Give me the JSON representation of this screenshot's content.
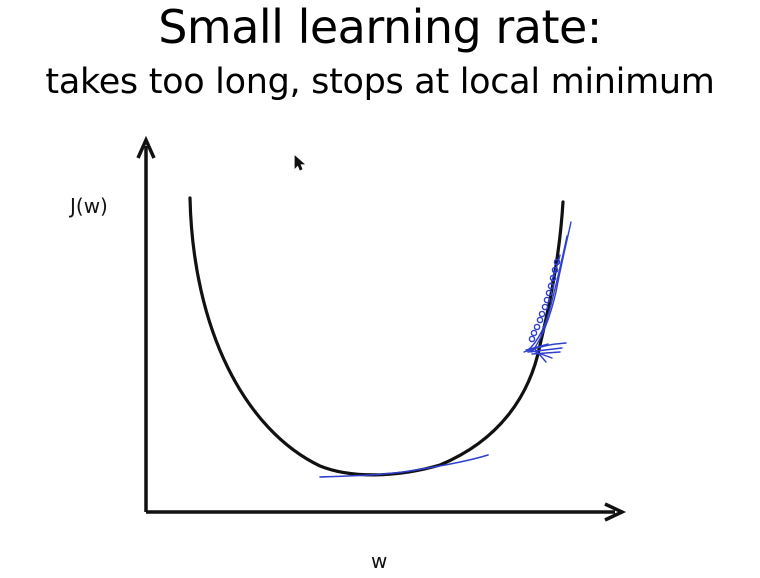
{
  "slide": {
    "title": "Small learning rate:",
    "subtitle": "takes too long, stops at local minimum"
  },
  "diagram": {
    "y_axis_label": "J(w)",
    "x_axis_label": "w",
    "colors": {
      "curve": "#111111",
      "axes": "#111111",
      "annotation_ink": "#2f3fd0"
    }
  }
}
